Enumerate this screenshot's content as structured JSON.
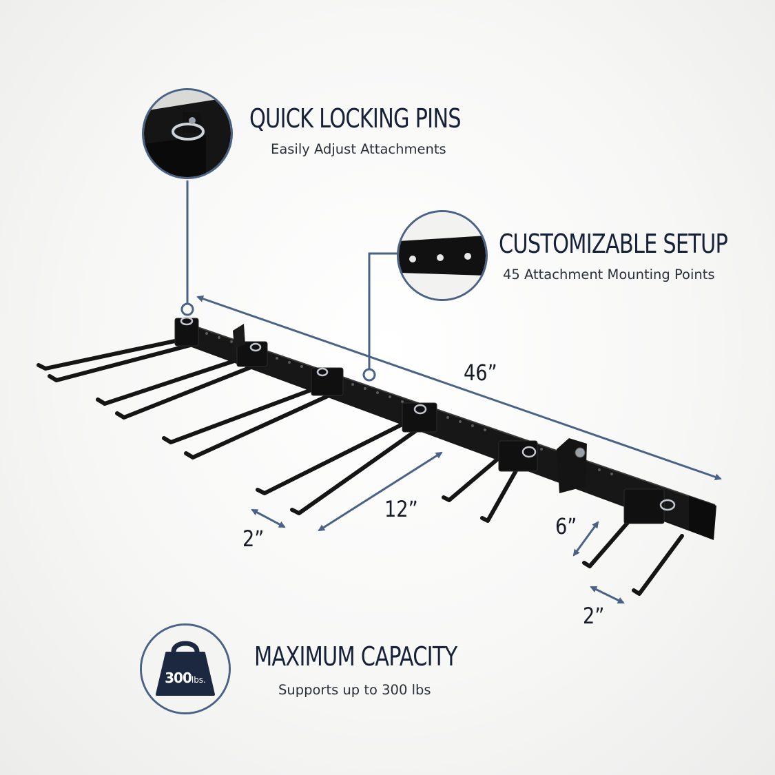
{
  "features": [
    {
      "title": "QUICK LOCKING PINS",
      "subtitle": "Easily Adjust Attachments",
      "icon": "locking-pin-closeup-icon"
    },
    {
      "title": "CUSTOMIZABLE SETUP",
      "subtitle": "45 Attachment Mounting Points",
      "icon": "mounting-plate-holes-icon"
    },
    {
      "title": "MAXIMUM CAPACITY",
      "subtitle": "Supports up to 300 lbs",
      "icon": "weight-icon"
    }
  ],
  "weight_badge": {
    "value": "300",
    "unit": "lbs."
  },
  "dimensions": {
    "rail_length": "46”",
    "arm_length_long": "12”",
    "arm_spacing_long": "2”",
    "arm_length_short": "6”",
    "arm_spacing_short": "2”"
  },
  "colors": {
    "accent": "#4a6285",
    "heading": "#172137",
    "product": "#141414",
    "background": "#f6f6f5"
  }
}
